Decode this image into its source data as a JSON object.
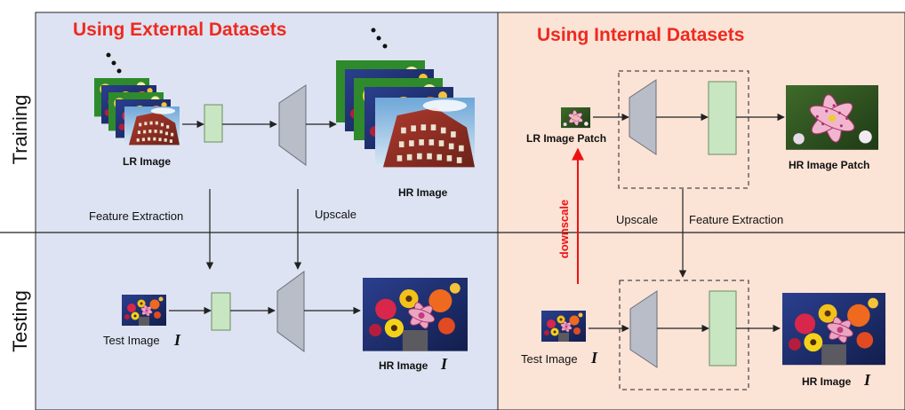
{
  "quadrants": {
    "external_title": "Using External Datasets",
    "internal_title": "Using Internal Datasets"
  },
  "rows": {
    "training": "Training",
    "testing": "Testing"
  },
  "external_training": {
    "lr_label": "LR Image",
    "hr_label": "HR Image"
  },
  "external_links": {
    "feature_extraction": "Feature Extraction",
    "upscale": "Upscale"
  },
  "external_testing": {
    "test_label": "Test Image",
    "hr_label": "HR Image",
    "symbol": "I"
  },
  "internal_training": {
    "lr_patch_label": "LR Image Patch",
    "hr_patch_label": "HR Image Patch",
    "downscale": "downscale"
  },
  "internal_links": {
    "upscale": "Upscale",
    "feature_extraction": "Feature Extraction"
  },
  "internal_testing": {
    "test_label": "Test Image",
    "hr_label": "HR Image",
    "symbol": "I"
  },
  "colors": {
    "blue_panel": "#dde3f2",
    "pink_panel": "#fbe3d6",
    "feature_box": "#c8e6c1",
    "upscale_shape": "#b9bdc8",
    "title_red": "#ee2a1f"
  }
}
